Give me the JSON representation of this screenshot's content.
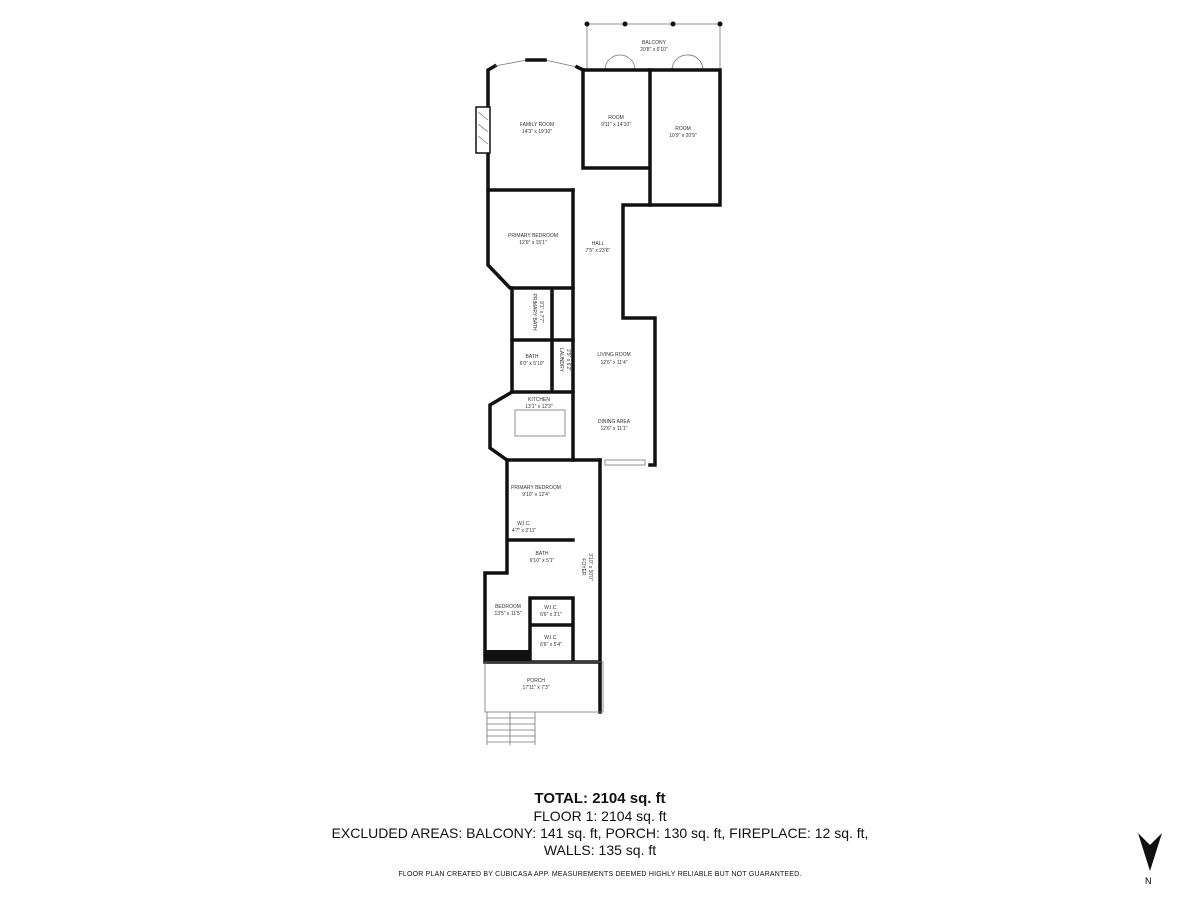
{
  "rooms": [
    {
      "name": "BALCONY",
      "size": "20'8\" x 6'10\""
    },
    {
      "name": "FAMILY ROOM",
      "size": "14'3\" x 19'10\""
    },
    {
      "name": "ROOM",
      "size": "9'11\" x 14'10\""
    },
    {
      "name": "ROOM",
      "size": "10'9\" x 20'9\""
    },
    {
      "name": "PRIMARY BEDROOM",
      "size": "12'9\" x 15'1\""
    },
    {
      "name": "HALL",
      "size": "7'5\" x 23'6\""
    },
    {
      "name": "PRIMARY BATH",
      "size": "9'1\" x 7'7\""
    },
    {
      "name": "BATH",
      "size": "6'0\" x 5'10\""
    },
    {
      "name": "LAUNDRY",
      "size": "2'9\" x 6'2\""
    },
    {
      "name": "LIVING ROOM",
      "size": "12'6\" x 11'4\""
    },
    {
      "name": "KITCHEN",
      "size": "13'1\" x 12'3\""
    },
    {
      "name": "DINING AREA",
      "size": "12'6\" x 11'1\""
    },
    {
      "name": "PRIMARY BEDROOM",
      "size": "9'10\" x 12'4\""
    },
    {
      "name": "W.I.C.",
      "size": "4'7\" x 2'11\""
    },
    {
      "name": "BATH",
      "size": "9'10\" x 5'1\""
    },
    {
      "name": "FOYER",
      "size": "3'10\" x 30'0\""
    },
    {
      "name": "BEDROOM",
      "size": "13'5\" x 11'5\""
    },
    {
      "name": "W.I.C.",
      "size": "6'6\" x 3'1\""
    },
    {
      "name": "W.I.C.",
      "size": "6'6\" x 5'4\""
    },
    {
      "name": "PORCH",
      "size": "17'11\" x 7'3\""
    }
  ],
  "summary": {
    "total": "TOTAL: 2104 sq. ft",
    "floor1": "FLOOR 1: 2104 sq. ft",
    "excluded": "EXCLUDED AREAS: BALCONY: 141 sq. ft, PORCH: 130 sq. ft, FIREPLACE: 12 sq. ft,",
    "walls": "WALLS: 135 sq. ft"
  },
  "disclaimer": "FLOOR PLAN CREATED BY CUBICASA APP. MEASUREMENTS DEEMED HIGHLY RELIABLE BUT NOT GUARANTEED.",
  "compass": {
    "icon": "north-arrow-icon",
    "label": "N"
  }
}
